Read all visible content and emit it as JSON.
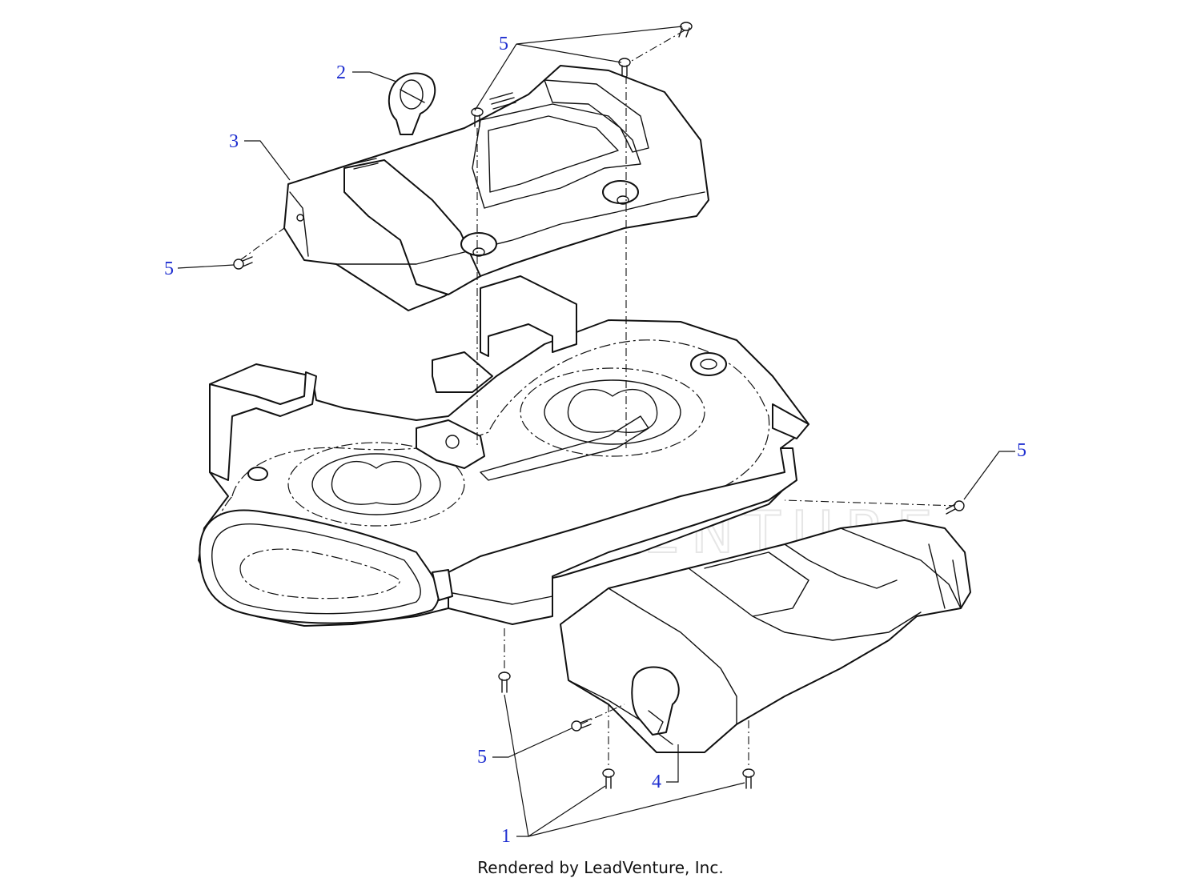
{
  "callouts": [
    {
      "number": "5"
    },
    {
      "number": "2"
    },
    {
      "number": "3"
    },
    {
      "number": "5"
    },
    {
      "number": "5"
    },
    {
      "number": "5"
    },
    {
      "number": "4"
    },
    {
      "number": "1"
    }
  ],
  "watermark": {
    "text": "LEADVENTURE"
  },
  "footer": {
    "text": "Rendered by LeadVenture, Inc."
  }
}
